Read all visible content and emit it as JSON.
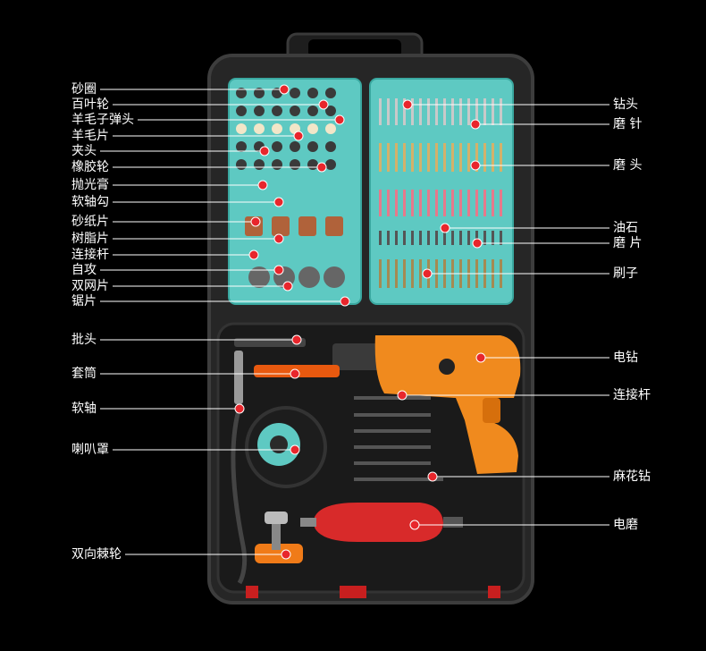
{
  "colors": {
    "background": "#000000",
    "case": "#2b2b2b",
    "tray": "#5ec9c2",
    "drill": "#f08a1e",
    "grinder": "#d82a2a",
    "marker": "#e8262c",
    "leader": "#ffffff"
  },
  "left_labels": [
    {
      "text": "砂圈",
      "marker": "dot"
    },
    {
      "text": "百叶轮",
      "marker": "dot"
    },
    {
      "text": "羊毛子弹头",
      "marker": "dot"
    },
    {
      "text": "羊毛片",
      "marker": "dot"
    },
    {
      "text": "夹头",
      "marker": "dot"
    },
    {
      "text": "橡胶轮",
      "marker": "dot"
    },
    {
      "text": "抛光膏",
      "marker": "dot"
    },
    {
      "text": "软轴勾",
      "marker": "dot"
    },
    {
      "text": "砂纸片",
      "marker": "dot"
    },
    {
      "text": "树脂片",
      "marker": "dot"
    },
    {
      "text": "连接杆",
      "marker": "dot"
    },
    {
      "text": "自攻",
      "marker": "dot"
    },
    {
      "text": "双网片",
      "marker": "dot"
    },
    {
      "text": "锯片",
      "marker": "dot"
    },
    {
      "text": "批头",
      "marker": "dot"
    },
    {
      "text": "套筒",
      "marker": "dot"
    },
    {
      "text": "软轴",
      "marker": "dot"
    },
    {
      "text": "喇叭罩",
      "marker": "dot"
    },
    {
      "text": "双向棘轮",
      "marker": "dot"
    }
  ],
  "right_labels": [
    {
      "text": "钻头",
      "marker": "dot"
    },
    {
      "text": "磨 针",
      "marker": "dot"
    },
    {
      "text": "磨 头",
      "marker": "dot"
    },
    {
      "text": "油石",
      "marker": "dot"
    },
    {
      "text": "磨 片",
      "marker": "dot"
    },
    {
      "text": "刷子",
      "marker": "dot"
    },
    {
      "text": "电钻",
      "marker": "dot"
    },
    {
      "text": "连接杆",
      "marker": "dot"
    },
    {
      "text": "麻花钻",
      "marker": "dot"
    },
    {
      "text": "电磨",
      "marker": "dot"
    }
  ]
}
